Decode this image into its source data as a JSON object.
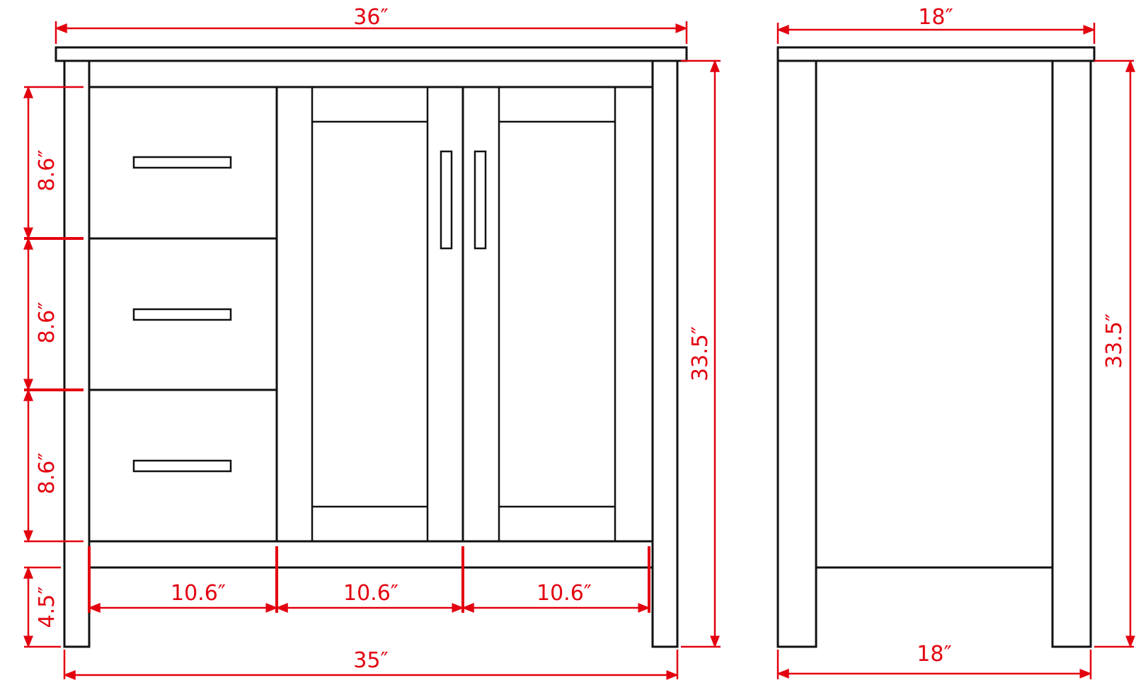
{
  "colors": {
    "dimension": "#e3000f",
    "outline": "#111111",
    "background": "#ffffff"
  },
  "front_view": {
    "top_width": "36″",
    "base_width": "35″",
    "height": "33.5″",
    "drawer_heights": [
      "8.6″",
      "8.6″",
      "8.6″"
    ],
    "toe_kick": "4.5″",
    "section_widths": [
      "10.6″",
      "10.6″",
      "10.6″"
    ]
  },
  "side_view": {
    "top_depth": "18″",
    "base_depth": "18″",
    "height": "33.5″"
  }
}
